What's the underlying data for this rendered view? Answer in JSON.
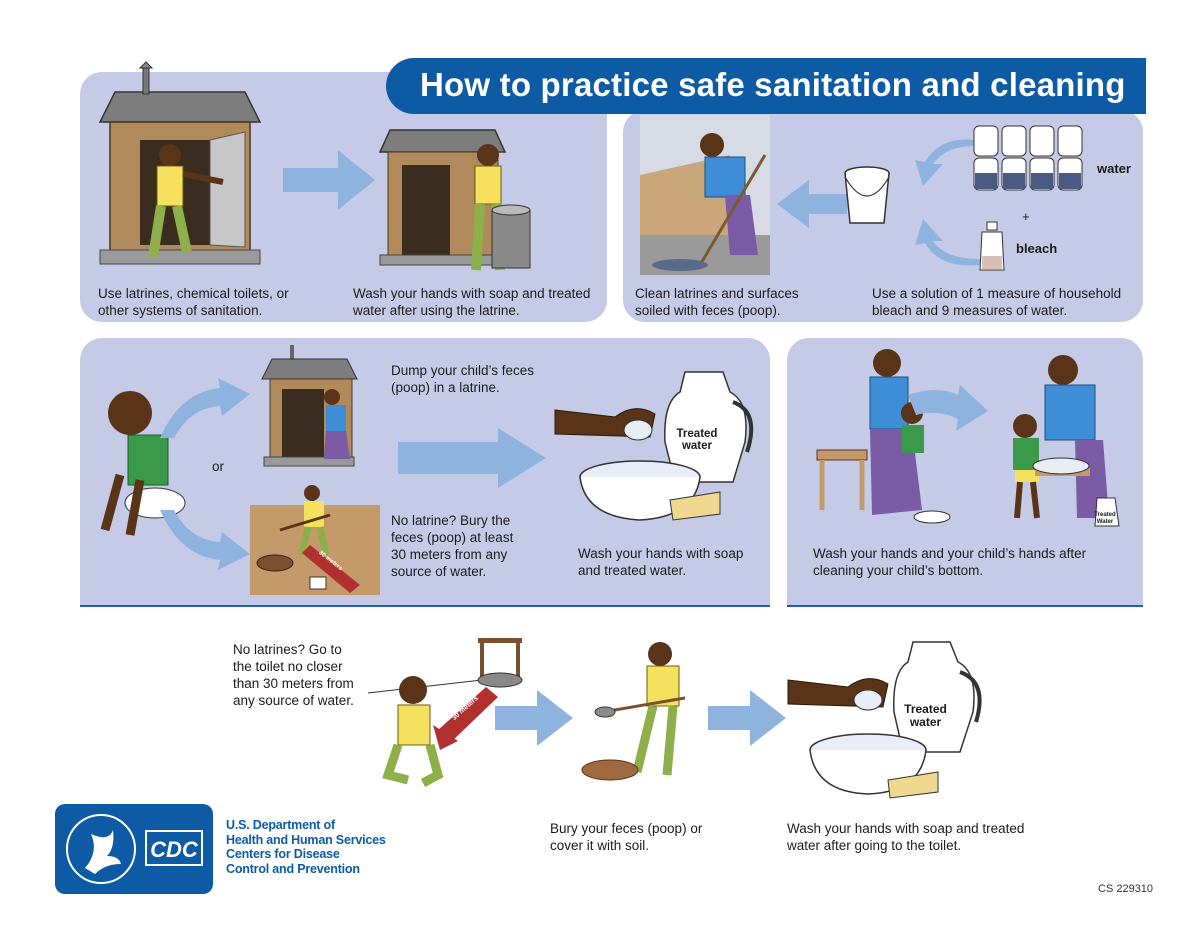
{
  "title": "How to practice safe sanitation and cleaning",
  "row1": {
    "latrine_caption": "Use latrines, chemical toilets, or other systems of sanitation.",
    "wash_caption": "Wash your hands with soap and treated water after using the latrine.",
    "clean_caption": "Clean latrines and surfaces soiled with feces (poop).",
    "solution_caption": "Use a solution of 1 measure of household bleach and 9 measures of water.",
    "water_label": "water",
    "plus_label": "+",
    "bleach_label": "bleach"
  },
  "row2": {
    "or_label": "or",
    "dump_caption": "Dump your child’s feces (poop) in a latrine.",
    "bury_caption": "No latrine? Bury the feces (poop) at least 30 meters from any source of water.",
    "distance_tag": "30 meters",
    "jug_label": "Treated water",
    "wash_caption": "Wash your hands with soap and treated water.",
    "child_caption": "Wash your hands and your child’s hands after cleaning your child’s bottom.",
    "small_jug_label": "Treated Water"
  },
  "row3": {
    "no_latrine_caption": "No latrines? Go to the toilet no closer than 30 meters from any source of water.",
    "distance_tag": "30 meters",
    "bury_caption": "Bury your feces (poop) or cover it with soil.",
    "jug_label": "Treated water",
    "wash_caption": "Wash your hands with soap and treated water after going to the toilet."
  },
  "footer": {
    "hhs_line1": "U.S. Department of",
    "hhs_line2": "Health and Human Services",
    "cdc_line1": "Centers for Disease",
    "cdc_line2": "Control and Prevention",
    "cdc_logo_text": "CDC",
    "doc_code": "CS 229310"
  },
  "colors": {
    "brand_blue": "#0d5ba5",
    "panel": "#c5cbe6",
    "arrow": "#8fb3df"
  }
}
